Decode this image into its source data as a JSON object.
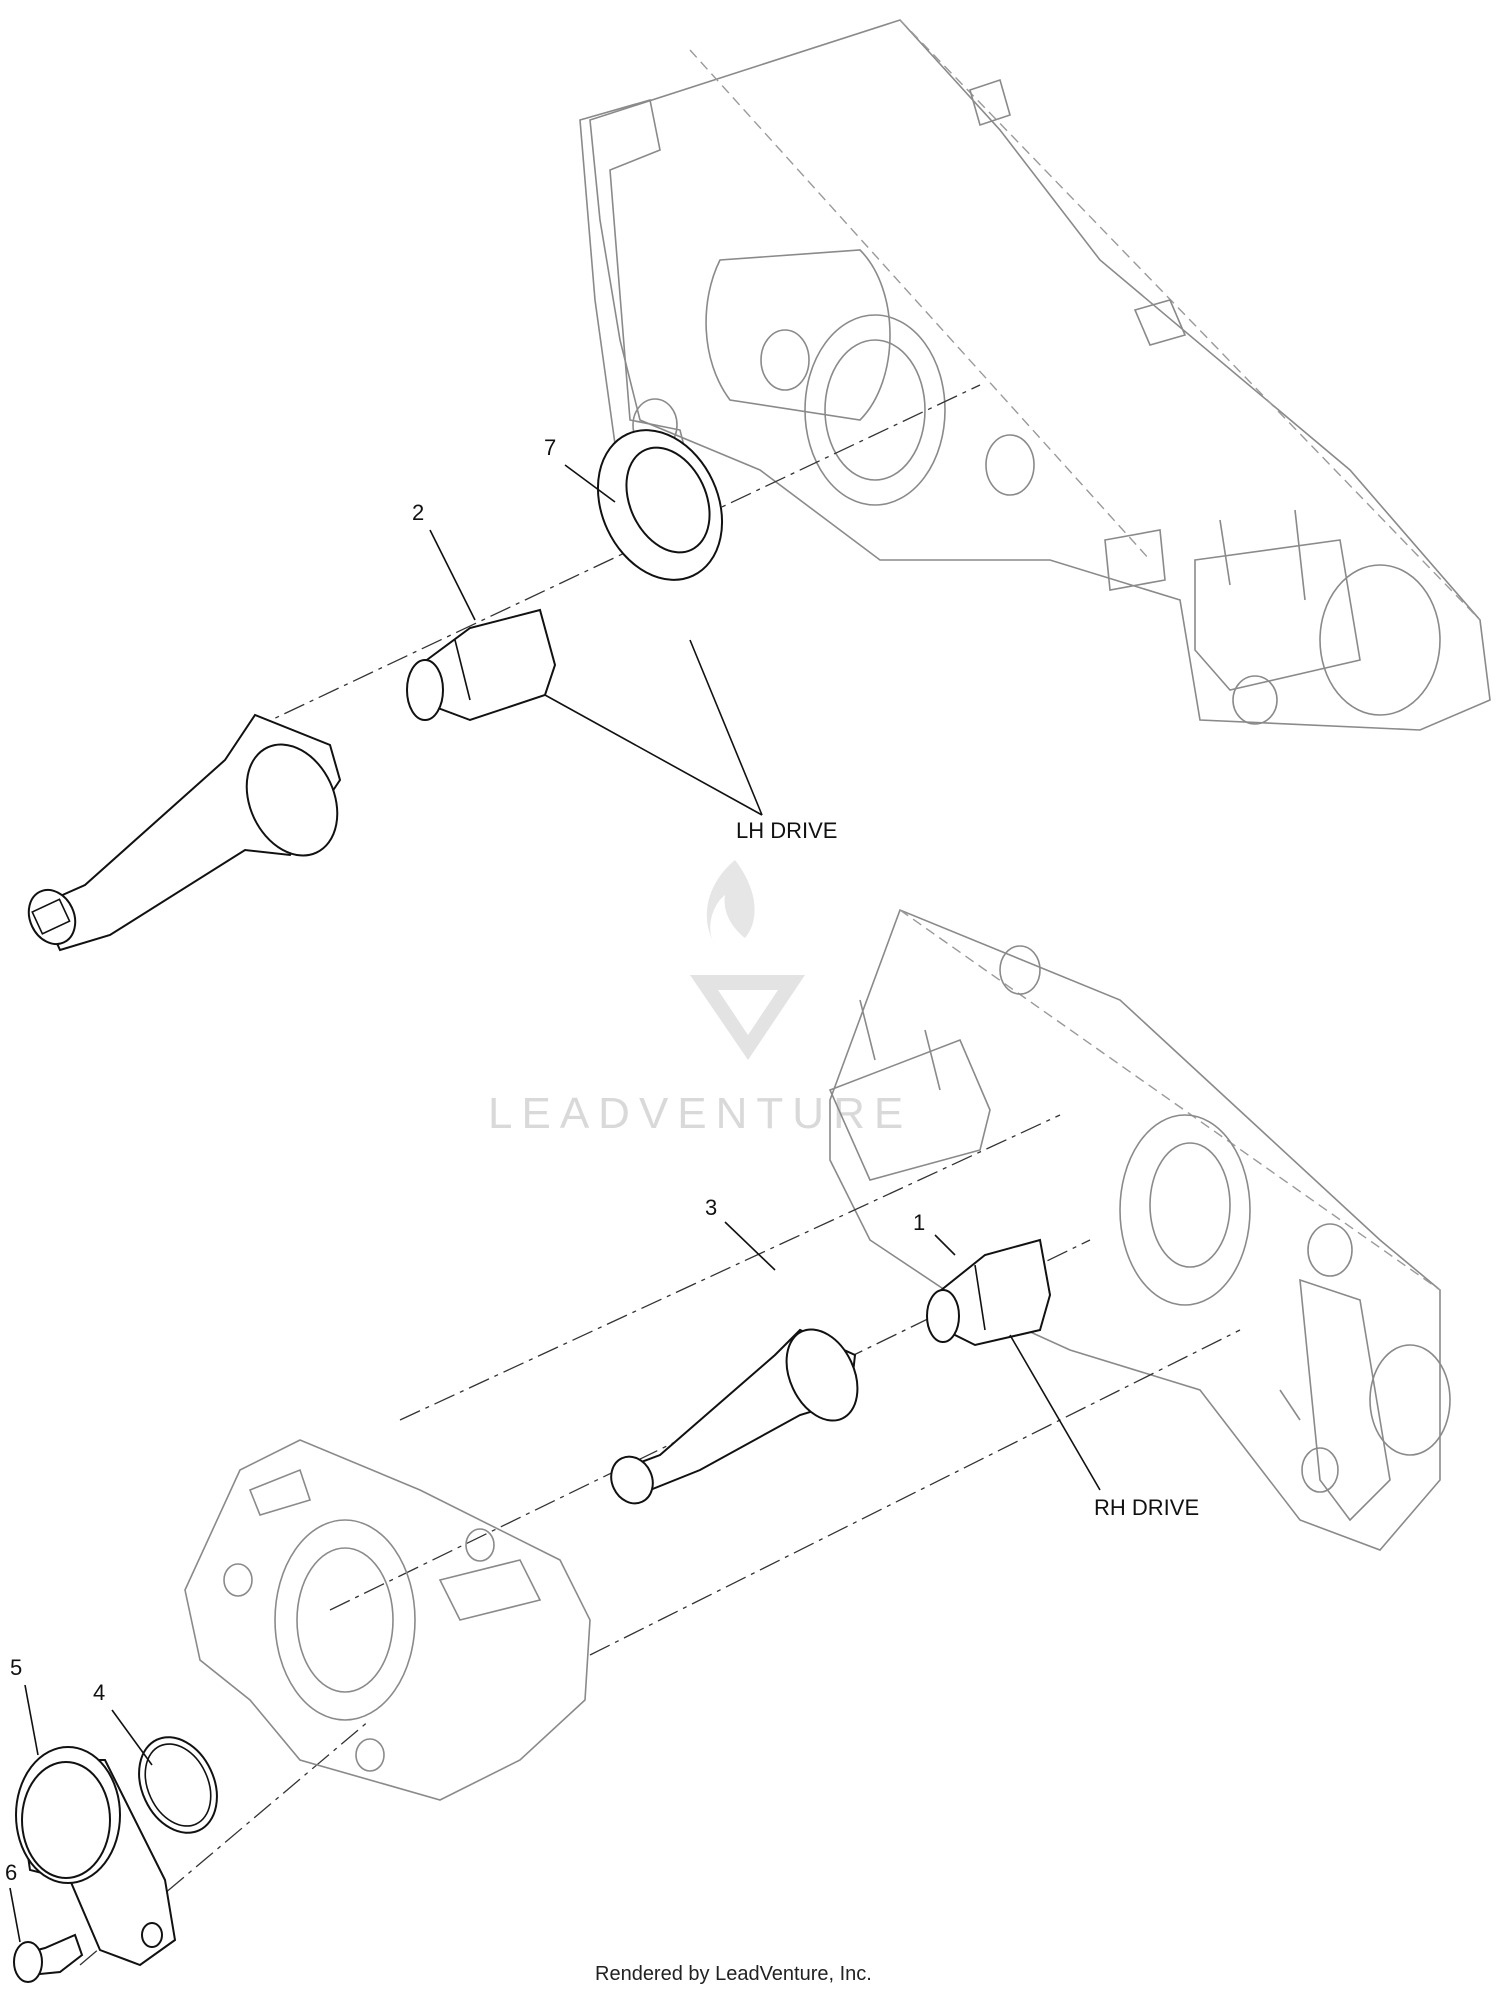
{
  "callouts": {
    "c1": "1",
    "c2": "2",
    "c3": "3",
    "c4": "4",
    "c5": "5",
    "c6": "6",
    "c7": "7"
  },
  "labels": {
    "lh_drive": "LH DRIVE",
    "rh_drive": "RH DRIVE"
  },
  "watermark": {
    "text": "LEADVENTURE"
  },
  "footer": {
    "text": "Rendered by LeadVenture, Inc."
  }
}
